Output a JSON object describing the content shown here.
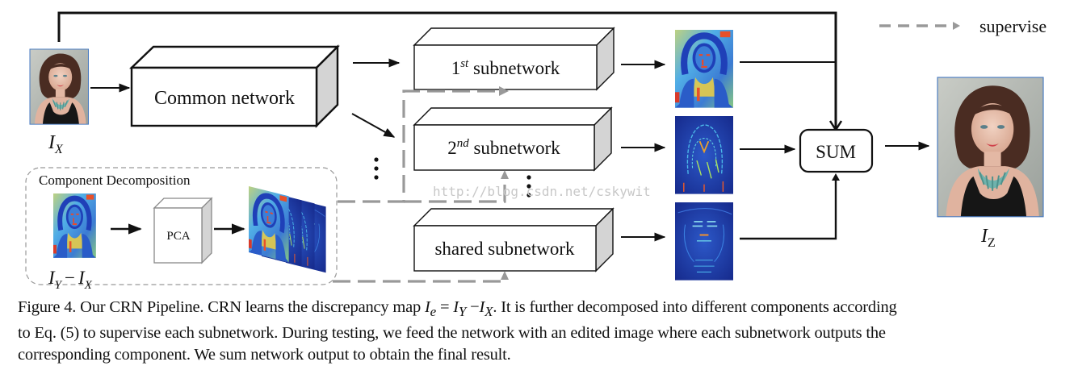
{
  "figure": {
    "input_label": {
      "base": "I",
      "sub": "X"
    },
    "output_label": {
      "base": "I",
      "sub": "Z"
    },
    "common_network_label": "Common network",
    "subnetworks": [
      {
        "prefix": "1",
        "sup": "st",
        "label": "subnetwork"
      },
      {
        "prefix": "2",
        "sup": "nd",
        "label": "subnetwork"
      },
      {
        "prefix": "",
        "sup": "",
        "label": "shared subnetwork"
      }
    ],
    "sum_label": "SUM",
    "legend": {
      "label": "supervise",
      "style": "dashed-gray-arrow"
    },
    "decomposition": {
      "title": "Component Decomposition",
      "pca_label": "PCA",
      "input_label": {
        "a": "I",
        "a_sub": "Y",
        "op": "−",
        "b": "I",
        "b_sub": "X"
      }
    },
    "watermark": "http://blog.csdn.net/cskywit",
    "colors": {
      "line": "#111111",
      "dashed": "#999999",
      "box_side": "#d4d4d4",
      "photo_border": "#4a7cc2"
    }
  },
  "caption": {
    "lines": [
      "Figure 4. Our CRN Pipeline. CRN learns the discrepancy map I_e = I_Y − I_X. It is further decomposed into different components according",
      "to Eq.  (5) to supervise each subnetwork.  During testing, we feed the network with an edited image where each subnetwork outputs the",
      "corresponding component. We sum network output to obtain the final result."
    ],
    "line1_pre": "Figure 4. Our CRN Pipeline. CRN learns the discrepancy map ",
    "line1_math": {
      "a": "I",
      "a_sub": "e",
      "eq": " = ",
      "b": "I",
      "b_sub": "Y",
      "op": " −",
      "c": "I",
      "c_sub": "X"
    },
    "line1_post": ". It is further decomposed into different components according",
    "line2": "to Eq.  (5) to supervise each subnetwork.  During testing, we feed the network with an edited image where each subnetwork outputs the",
    "line3": "corresponding component. We sum network output to obtain the final result."
  }
}
